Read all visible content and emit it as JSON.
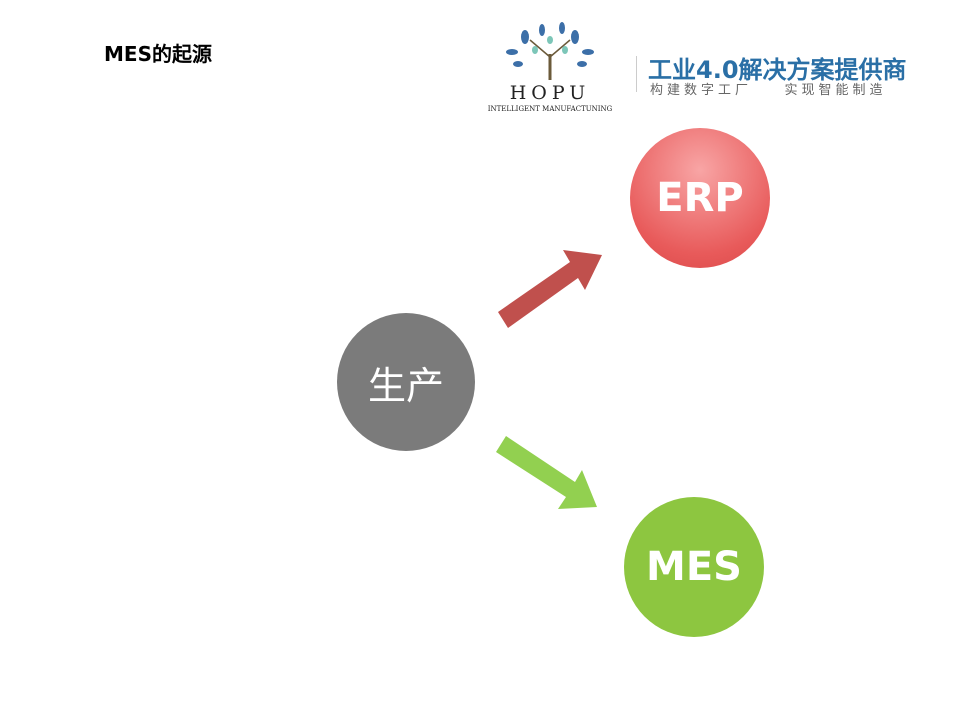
{
  "title": "MES的起源",
  "logo": {
    "name": "HOPU",
    "subtitle": "INTELLIGENT MANUFACTUNING"
  },
  "slogan": {
    "main": "工业4.0解决方案提供商",
    "sub": "构建数字工厂    实现智能制造"
  },
  "nodes": {
    "source": "生产",
    "top": "ERP",
    "bottom": "MES"
  },
  "colors": {
    "erp": "#e85a5a",
    "mes": "#8dc640",
    "production": "#7b7b7b",
    "arrow_up": "#c0504d",
    "arrow_down": "#92d050"
  }
}
